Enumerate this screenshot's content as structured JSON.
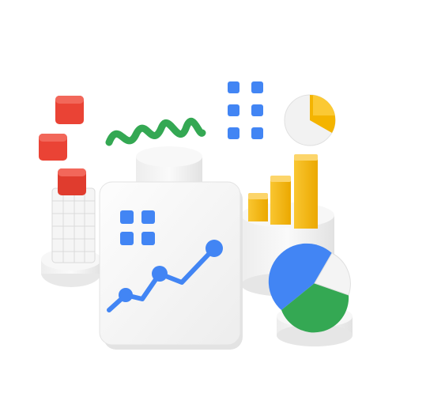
{
  "scene": {
    "colors": {
      "blue": "#4285F4",
      "red": "#EA4335",
      "yellow": "#FBBC04",
      "green": "#34A853",
      "white_surface": "#F4F4F4",
      "shadow": "#E6E6E6"
    },
    "objects": [
      "floating-red-cubes",
      "white-cube-tower",
      "green-wave-line",
      "white-cylinder-pedestal",
      "blue-grid-icon-top",
      "yellow-pie-chart-icon",
      "yellow-bar-chart",
      "white-analytics-card",
      "blue-line-chart",
      "blue-grid-icon-card",
      "tricolor-pie-chart"
    ],
    "bar_chart_levels": [
      0.3,
      0.55,
      1.0
    ],
    "pie_chart_slices": [
      {
        "color": "blue",
        "fraction": 0.5
      },
      {
        "color": "green",
        "fraction": 0.27
      },
      {
        "color": "white",
        "fraction": 0.23
      }
    ]
  }
}
